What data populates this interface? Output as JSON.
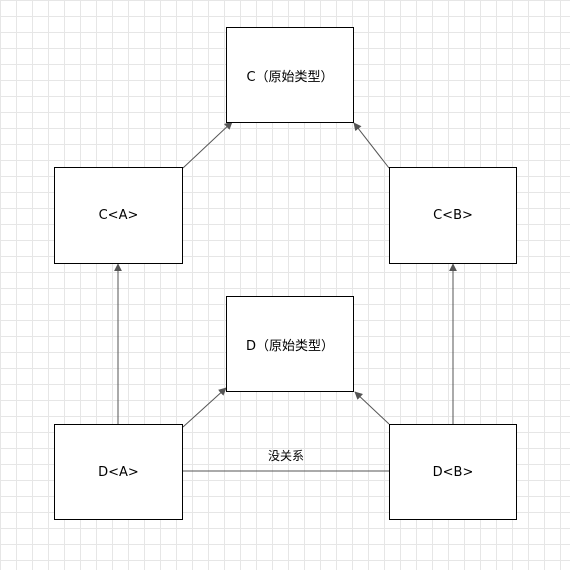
{
  "diagram": {
    "nodes": {
      "c_raw": "C（原始类型）",
      "c_a": "C<A>",
      "c_b": "C<B>",
      "d_raw": "D（原始类型）",
      "d_a": "D<A>",
      "d_b": "D<B>"
    },
    "edges": {
      "d_a_d_b_label": "没关系"
    },
    "colors": {
      "node_border": "#000000",
      "edge": "#555555",
      "grid": "#e6e6e6"
    }
  }
}
